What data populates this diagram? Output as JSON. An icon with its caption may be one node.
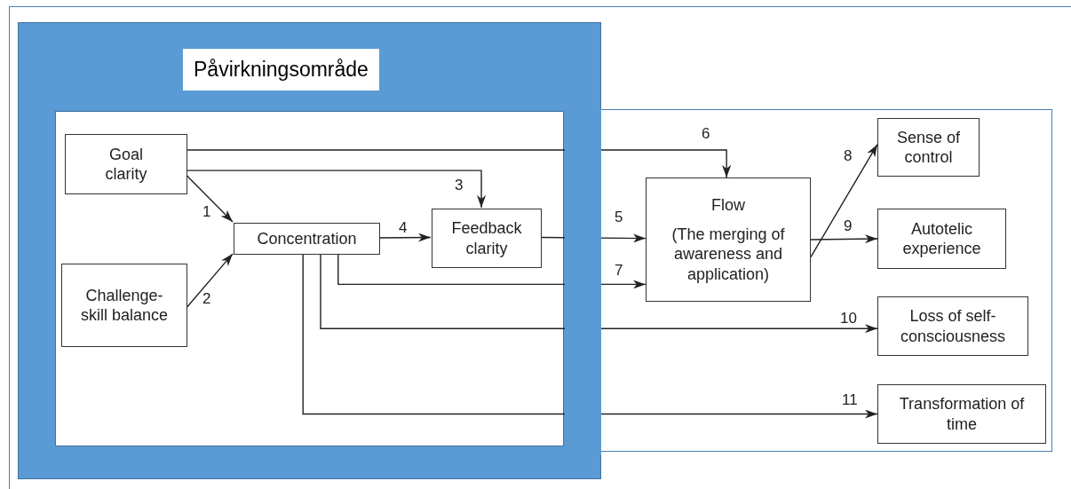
{
  "diagram": {
    "nodes": [
      {
        "text": [
          "Påvirkningsområde"
        ]
      },
      {
        "text": [
          "Goal clarity"
        ],
        "in": 0
      },
      {
        "text": [
          "Challenge-skill balance"
        ],
        "in": 0
      },
      {
        "text": [
          "Concentration"
        ],
        "in": 0
      },
      {
        "text": [
          "Feedback clarity"
        ],
        "in": 0
      },
      {
        "text": [
          "Flow",
          "(The merging of awareness and application)"
        ]
      },
      {
        "text": [
          "Sense of control"
        ]
      },
      {
        "text": [
          "Autotelic experience"
        ]
      },
      {
        "text": [
          "Loss of self-consciousness"
        ]
      },
      {
        "text": [
          "Transformation of time"
        ]
      }
    ],
    "edges": [
      {
        "from": 1,
        "to": 3,
        "arrow": "to",
        "label": "1"
      },
      {
        "from": 2,
        "to": 3,
        "arrow": "to",
        "label": "2"
      },
      {
        "from": 1,
        "to": 4,
        "arrow": "to",
        "label": "3"
      },
      {
        "from": 3,
        "to": 4,
        "arrow": "to",
        "label": "4"
      },
      {
        "from": 4,
        "to": 5,
        "arrow": "to",
        "label": "5"
      },
      {
        "from": 1,
        "to": 5,
        "arrow": "to",
        "label": "6"
      },
      {
        "from": 3,
        "to": 5,
        "arrow": "to",
        "label": "7"
      },
      {
        "from": 5,
        "to": 6,
        "arrow": "to",
        "label": "8"
      },
      {
        "from": 5,
        "to": 7,
        "arrow": "to",
        "label": "9"
      },
      {
        "from": 3,
        "to": 8,
        "arrow": "to",
        "label": "10"
      },
      {
        "from": 3,
        "to": 9,
        "arrow": "to",
        "label": "11"
      }
    ]
  }
}
